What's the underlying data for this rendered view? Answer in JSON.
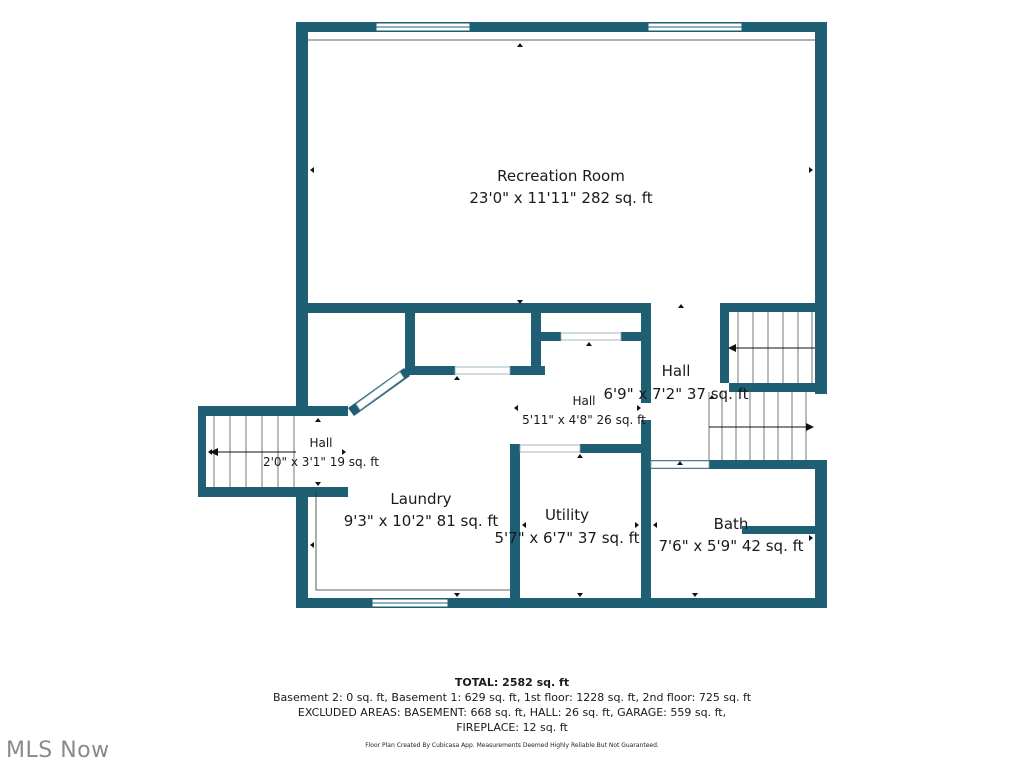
{
  "rooms": {
    "recreation": {
      "name": "Recreation Room",
      "dims": "23'0\" x 11'11\" 282 sq. ft"
    },
    "hall_main": {
      "name": "Hall",
      "dims": "6'9\" x 7'2\" 37 sq. ft"
    },
    "hall_small": {
      "name": "Hall",
      "dims": "5'11\" x 4'8\" 26 sq. ft"
    },
    "hall_stair": {
      "name": "Hall",
      "dims": "2'0\" x 3'1\" 19 sq. ft"
    },
    "laundry": {
      "name": "Laundry",
      "dims": "9'3\" x 10'2\" 81 sq. ft"
    },
    "utility": {
      "name": "Utility",
      "dims": "5'7\" x 6'7\" 37 sq. ft"
    },
    "bath": {
      "name": "Bath",
      "dims": "7'6\" x 5'9\" 42 sq. ft"
    }
  },
  "summary": {
    "total": "TOTAL: 2582 sq. ft",
    "line1": "Basement 2: 0 sq. ft, Basement 1: 629 sq. ft, 1st floor: 1228 sq. ft, 2nd floor: 725 sq. ft",
    "line2": "EXCLUDED AREAS: BASEMENT: 668 sq. ft, HALL: 26 sq. ft, GARAGE: 559 sq. ft,",
    "line3": "FIREPLACE: 12 sq. ft"
  },
  "credit": "Floor Plan Created By Cubicasa App. Measurements Deemed Highly Reliable But Not Guaranteed.",
  "watermark": "MLS Now",
  "colors": {
    "wall": "#1f5f73",
    "background": "#ffffff",
    "text": "#1a1a1a"
  }
}
